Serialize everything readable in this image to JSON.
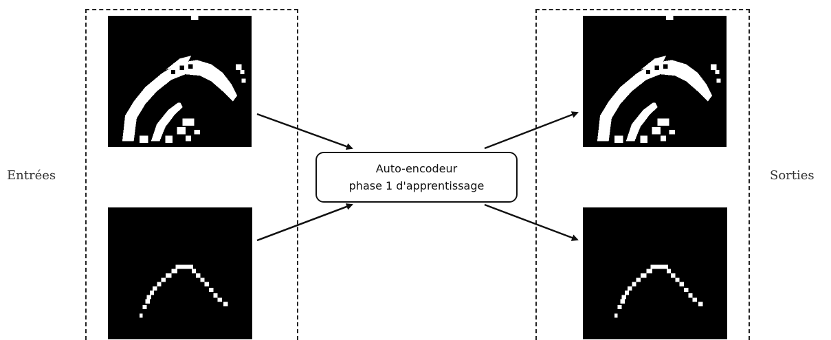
{
  "labels": {
    "inputs": "Entrées",
    "outputs": "Sorties"
  },
  "encoder": {
    "line1": "Auto-encodeur",
    "line2": "phase 1 d'apprentissage"
  },
  "images": [
    {
      "role": "input",
      "pattern": "dense-arc"
    },
    {
      "role": "input",
      "pattern": "thin-arc"
    },
    {
      "role": "output",
      "pattern": "dense-arc"
    },
    {
      "role": "output",
      "pattern": "thin-arc"
    }
  ],
  "colors": {
    "pixel_on": "#ffffff",
    "pixel_off": "#000000",
    "stroke": "#111111"
  }
}
